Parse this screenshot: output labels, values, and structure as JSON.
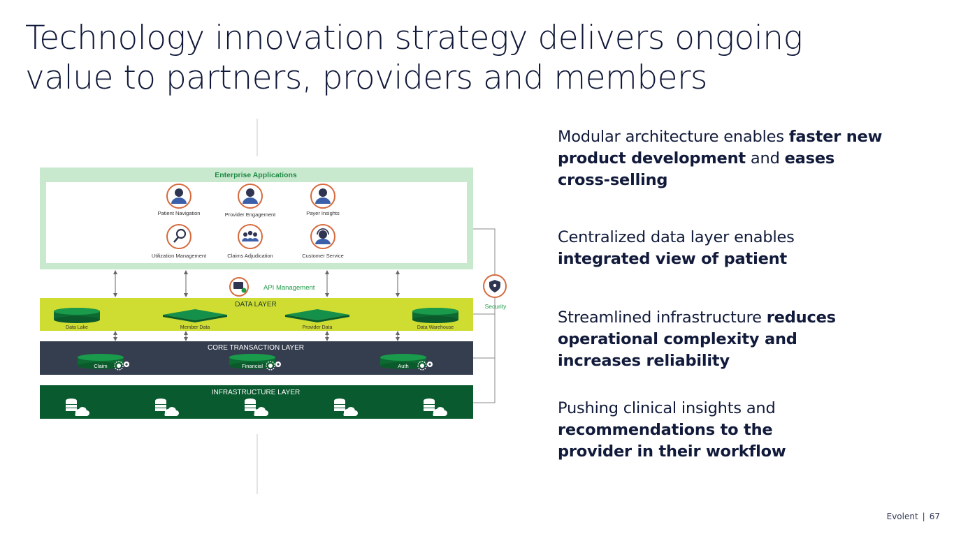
{
  "title": {
    "line1": "Technology innovation strategy delivers ongoing",
    "line2": "value to partners, providers and members"
  },
  "diagram": {
    "enterprise_title": "Enterprise Applications",
    "apps": [
      {
        "label": "Patient Navigation",
        "icon": "person-icon"
      },
      {
        "label": "Provider Engagement",
        "icon": "person-icon"
      },
      {
        "label": "Payer Insights",
        "icon": "person-icon"
      },
      {
        "label": "Utilization Management",
        "icon": "magnifier-icon"
      },
      {
        "label": "Claims Adjudication",
        "icon": "group-icon"
      },
      {
        "label": "Customer Service",
        "icon": "headset-icon"
      }
    ],
    "api_label": "API Management",
    "security_label": "Security",
    "data_layer_title": "DATA LAYER",
    "data_items": [
      "Data Lake",
      "Member Data",
      "Provider Data",
      "Data Warehouse"
    ],
    "core_title": "CORE TRANSACTION LAYER",
    "core_items": [
      "Claim",
      "Financial",
      "Auth"
    ],
    "infra_title": "INFRASTRUCTURE LAYER",
    "colors": {
      "enterprise_bg": "#c9e9cf",
      "data_layer": "#cfdc32",
      "core_layer": "#353e4f",
      "infra_layer": "#0a5a2f",
      "green_shape": "#12853f",
      "icon_ring": "#d56a3c",
      "api_text": "#1f9a47"
    }
  },
  "bullets": [
    {
      "parts": [
        {
          "text": "Modular architecture enables ",
          "bold": false
        },
        {
          "text": "faster new product development",
          "bold": true
        },
        {
          "text": " and ",
          "bold": false
        },
        {
          "text": "eases cross-selling",
          "bold": true
        }
      ]
    },
    {
      "parts": [
        {
          "text": "Centralized data layer enables ",
          "bold": false
        },
        {
          "text": "integrated view of patient",
          "bold": true
        }
      ]
    },
    {
      "parts": [
        {
          "text": "Streamlined infrastructure ",
          "bold": false
        },
        {
          "text": "reduces operational complexity and increases reliability",
          "bold": true
        }
      ]
    },
    {
      "parts": [
        {
          "text": "Pushing clinical insights and ",
          "bold": false
        },
        {
          "text": "recommendations to the provider in their workflow",
          "bold": true
        }
      ]
    }
  ],
  "footer": {
    "brand": "Evolent",
    "separator": "|",
    "page": "67"
  }
}
